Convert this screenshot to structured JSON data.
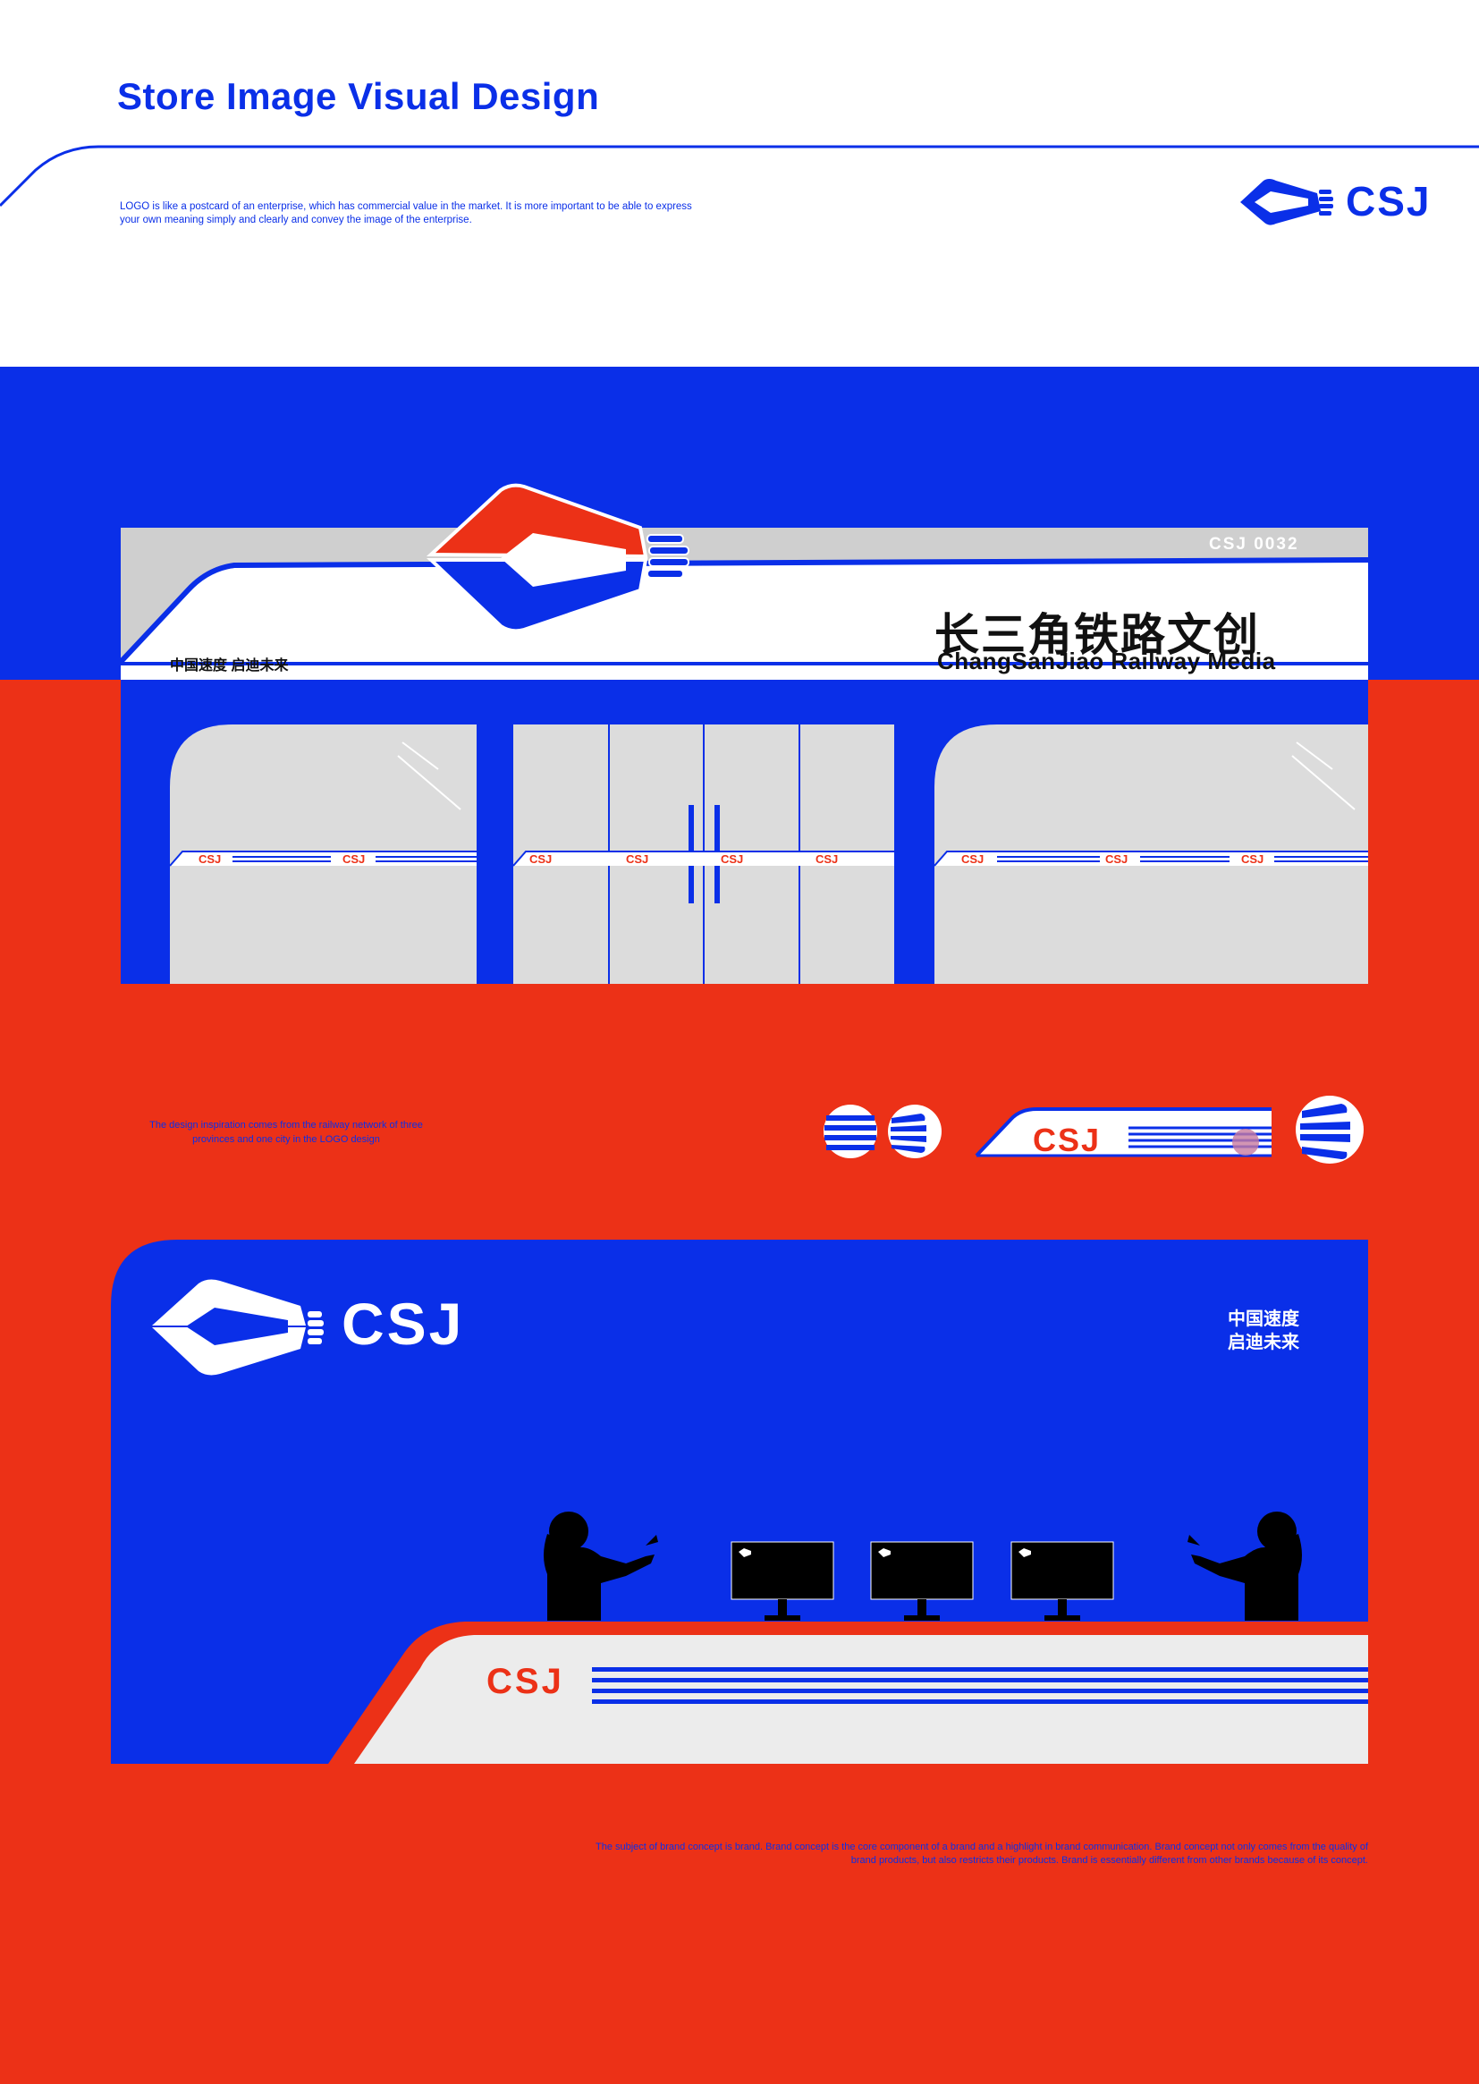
{
  "header": {
    "title": "Store Image Visual Design",
    "intro": "LOGO is like a postcard of an enterprise, which has commercial value in the market. It is more important to be able to express your own meaning simply and clearly and convey the image of the enterprise.",
    "logo_text": "CSJ"
  },
  "storefront": {
    "sign_name_cn": "长三角铁路文创",
    "sign_name_en": "ChangSanJiao Railway Media",
    "store_code": "CSJ 0032",
    "slogan": "中国速度 启迪未来",
    "stripe_label": "CSJ"
  },
  "elements": {
    "inspiration": "The design inspiration comes from the railway network of three provinces and one city in the LOGO design",
    "badge_text": "CSJ"
  },
  "reception": {
    "logo_text": "CSJ",
    "slogan_line1": "中国速度",
    "slogan_line2": "启迪未来",
    "counter_text": "CSJ"
  },
  "footer": {
    "concept": "The subject of brand concept is brand. Brand concept is the core component of a brand and a highlight in brand communication. Brand concept not only comes from the quality of brand products, but also restricts their products. Brand is essentially different from other brands because of its concept."
  },
  "colors": {
    "brand_blue": "#0a2fe8",
    "brand_red": "#ec3117",
    "glass_grey": "#dcdcdc",
    "white": "#ffffff"
  }
}
